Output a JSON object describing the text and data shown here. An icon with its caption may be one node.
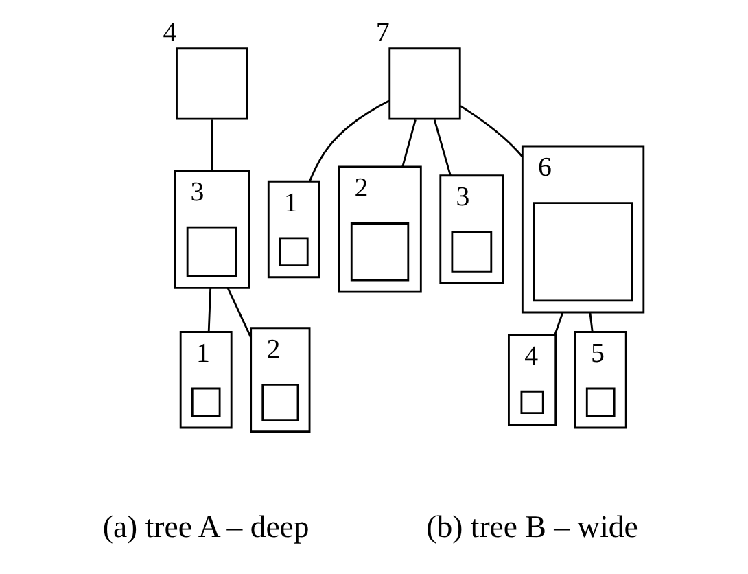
{
  "diagram": {
    "nodes": [
      {
        "text": [],
        "shape": "box",
        "beside": [
          "4"
        ]
      },
      {
        "text": [],
        "shape": "box",
        "beside": [
          "3"
        ]
      },
      {
        "text": [],
        "shape": "box",
        "in": 1
      },
      {
        "text": [],
        "shape": "box",
        "beside": [
          "1"
        ]
      },
      {
        "text": [],
        "shape": "box",
        "in": 3
      },
      {
        "text": [],
        "shape": "box",
        "beside": [
          "2"
        ]
      },
      {
        "text": [],
        "shape": "box",
        "in": 5
      },
      {
        "text": [],
        "shape": "box",
        "beside": [
          "7"
        ]
      },
      {
        "text": [],
        "shape": "box",
        "beside": [
          "1"
        ]
      },
      {
        "text": [],
        "shape": "box",
        "in": 8
      },
      {
        "text": [],
        "shape": "box",
        "beside": [
          "2"
        ]
      },
      {
        "text": [],
        "shape": "box",
        "in": 10
      },
      {
        "text": [],
        "shape": "box",
        "beside": [
          "3"
        ]
      },
      {
        "text": [],
        "shape": "box",
        "in": 12
      },
      {
        "text": [],
        "shape": "box",
        "beside": [
          "6"
        ]
      },
      {
        "text": [],
        "shape": "box",
        "in": 14
      },
      {
        "text": [],
        "shape": "box",
        "beside": [
          "4"
        ]
      },
      {
        "text": [],
        "shape": "box",
        "in": 16
      },
      {
        "text": [],
        "shape": "box",
        "beside": [
          "5"
        ]
      },
      {
        "text": [],
        "shape": "box",
        "in": 18
      }
    ],
    "edges": [
      {
        "from": 0,
        "to": 1,
        "arrow": "none"
      },
      {
        "from": 1,
        "to": 3,
        "arrow": "none"
      },
      {
        "from": 1,
        "to": 5,
        "arrow": "none"
      },
      {
        "from": 7,
        "to": 8,
        "arrow": "none"
      },
      {
        "from": 7,
        "to": 10,
        "arrow": "none"
      },
      {
        "from": 7,
        "to": 12,
        "arrow": "none"
      },
      {
        "from": 7,
        "to": 14,
        "arrow": "none"
      },
      {
        "from": 14,
        "to": 16,
        "arrow": "none"
      },
      {
        "from": 14,
        "to": 18,
        "arrow": "none"
      }
    ],
    "labels": [
      "(a) tree A – deep",
      "(b) tree B – wide"
    ]
  }
}
